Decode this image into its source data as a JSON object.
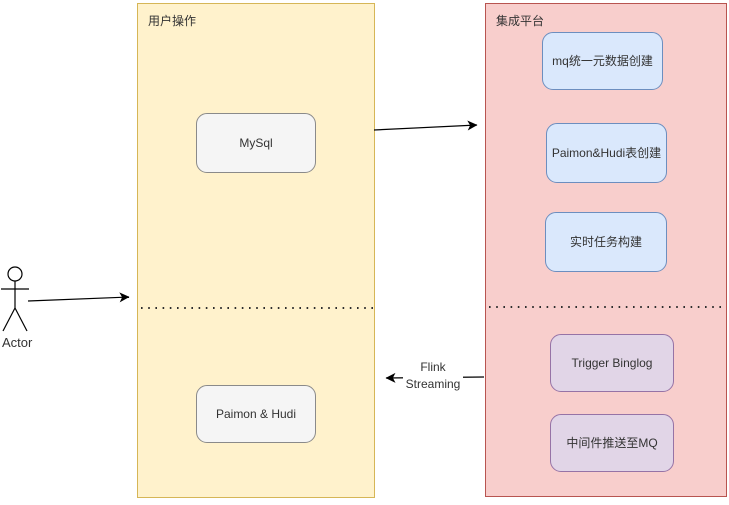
{
  "actor": {
    "label": "Actor"
  },
  "user_lane": {
    "title": "用户操作",
    "nodes": [
      {
        "label": "MySql"
      },
      {
        "label": "Paimon & Hudi"
      }
    ]
  },
  "platform_lane": {
    "title": "集成平台",
    "upper_nodes": [
      {
        "label": "mq统一元数据创建"
      },
      {
        "label": "Paimon&Hudi表创建"
      },
      {
        "label": "实时任务构建"
      }
    ],
    "lower_nodes": [
      {
        "label": "Trigger Binglog"
      },
      {
        "label": "中间件推送至MQ"
      }
    ]
  },
  "edges": {
    "flink_label": "Flink Streaming"
  },
  "colors": {
    "user_lane_fill": "#fff2cc",
    "user_lane_stroke": "#d6b656",
    "platform_lane_fill": "#f8cecc",
    "platform_lane_stroke": "#b85450",
    "blue_node_fill": "#dae8fc",
    "blue_node_stroke": "#6c8ebf",
    "purple_node_fill": "#e1d5e7",
    "purple_node_stroke": "#9673a6",
    "gray_node_fill": "#f5f5f5",
    "gray_node_stroke": "#8a8a8a",
    "line_color": "#000000"
  }
}
